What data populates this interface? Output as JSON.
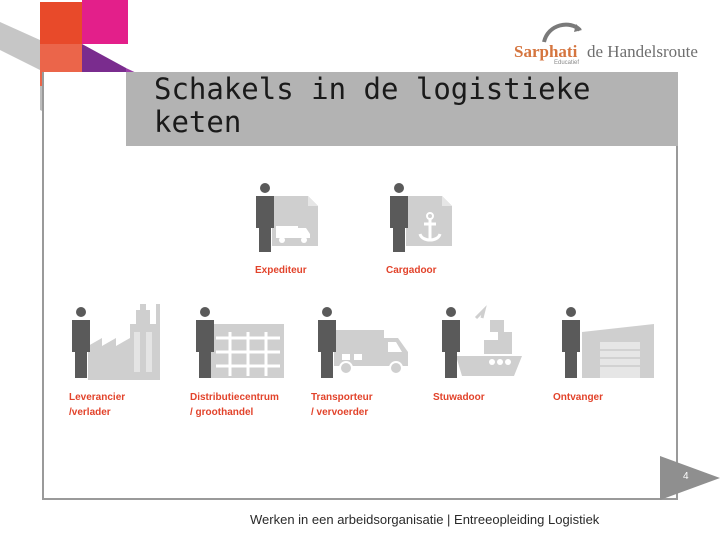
{
  "slide": {
    "title": "Schakels in de logistieke keten",
    "page_number": "4",
    "footer": "Werken in een arbeidsorganisatie | Entreeopleiding Logistiek"
  },
  "logo": {
    "brand": "Sarphati",
    "name": "de Handelsroute",
    "tagline": "Educatief"
  },
  "roles": {
    "expediteur": "Expediteur",
    "cargadoor": "Cargadoor",
    "leverancier": "Leverancier\n/verlader",
    "distributiecentrum": "Distributiecentrum\n/ groothandel",
    "transporteur": "Transporteur\n/ vervoerder",
    "stuwadoor": "Stuwadoor",
    "ontvanger": "Ontvanger"
  },
  "colors": {
    "accent": "#e2432b",
    "figure": "#5a5a5a",
    "illustration": "#cfcfcf",
    "title_bar": "#b3b3b3",
    "logo_orange": "#d5753f",
    "arrow": "#8f8f8f"
  }
}
